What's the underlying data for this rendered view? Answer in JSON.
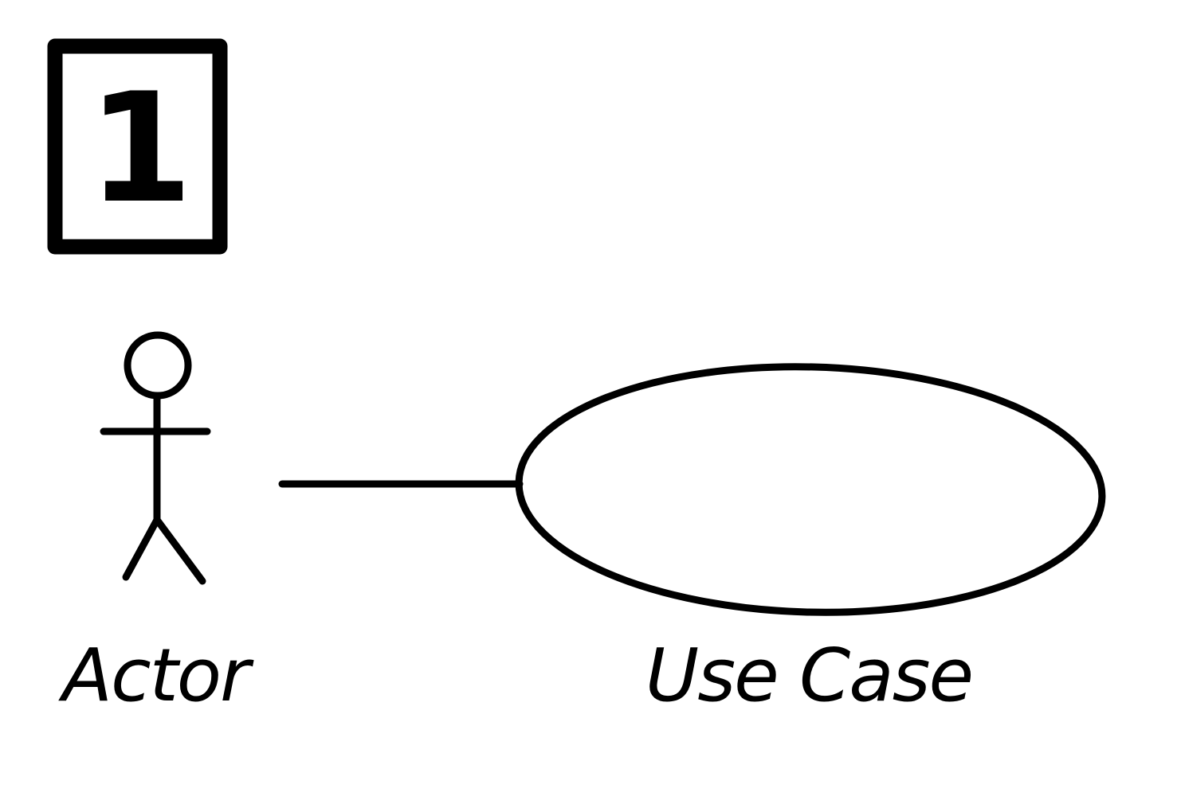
{
  "diagram": {
    "step_number": "1",
    "actor_label": "Actor",
    "use_case_label": "Use Case"
  },
  "colors": {
    "stroke": "#000000",
    "background": "#ffffff"
  }
}
